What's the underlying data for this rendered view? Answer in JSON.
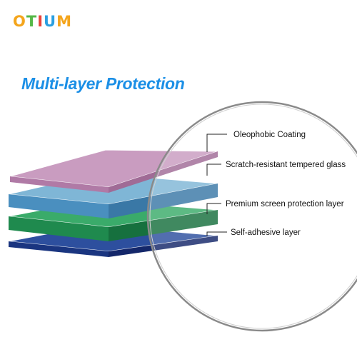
{
  "brand": {
    "logo_letters": [
      {
        "char": "O",
        "color": "#f4a51c"
      },
      {
        "char": "T",
        "color": "#55b848"
      },
      {
        "char": "I",
        "color": "#e8423c"
      },
      {
        "char": "U",
        "color": "#2b9fe0"
      },
      {
        "char": "M",
        "color": "#f4a51c"
      }
    ]
  },
  "headline": {
    "text": "Multi-layer Protection",
    "color": "#1b8fe6"
  },
  "layers": [
    {
      "label": "Oleophobic Coating",
      "color": "#c490b8",
      "icon": "pink-layer"
    },
    {
      "label": "Scratch-resistant tempered glass",
      "color": "#4a8fb8",
      "icon": "blue-layer"
    },
    {
      "label": "Premium screen protection layer",
      "color": "#2a9a5a",
      "icon": "green-layer"
    },
    {
      "label": "Self-adhesive layer",
      "color": "#1a3a8a",
      "icon": "navy-layer"
    }
  ]
}
